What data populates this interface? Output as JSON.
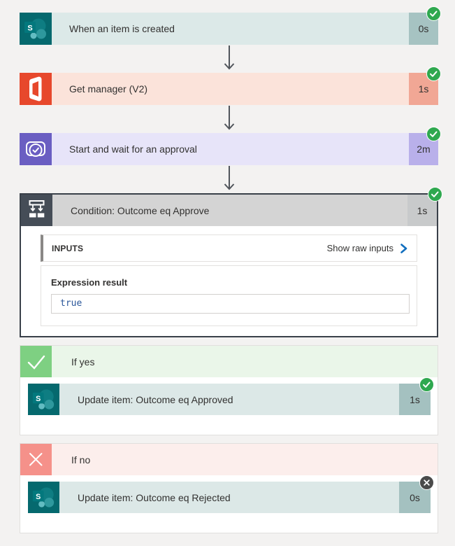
{
  "app_context": "Power Automate flow run details",
  "colors": {
    "page_bg": "#f3f2f1",
    "sharepoint_teal": "#05696e",
    "sharepoint_body": "#dce9e8",
    "office_red": "#e7482c",
    "office_body": "#fbe3da",
    "approvals_purple": "#6a5ec2",
    "approvals_body": "#e7e4f9",
    "condition_dark": "#454d57",
    "condition_header_grey": "#d4d4d4",
    "condition_border": "#394049",
    "if_yes_green": "#7ed082",
    "if_yes_header": "#eaf6e9",
    "if_no_red": "#f5918a",
    "if_no_header": "#fceeec",
    "success_badge_green": "#2fa84f",
    "skipped_badge_grey": "#4a4a4a",
    "link_chevron_blue": "#106ebe",
    "expression_value_blue": "#2b579a",
    "text": "#323130"
  },
  "steps": [
    {
      "title": "When an item is created",
      "duration": "0s",
      "status": "succeeded",
      "icon": "sharepoint-icon"
    },
    {
      "title": "Get manager (V2)",
      "duration": "1s",
      "status": "succeeded",
      "icon": "office365-icon"
    },
    {
      "title": "Start and wait for an approval",
      "duration": "2m",
      "status": "succeeded",
      "icon": "approvals-icon"
    },
    {
      "title": "Condition: Outcome eq Approve",
      "duration": "1s",
      "status": "succeeded",
      "icon": "condition-icon"
    }
  ],
  "condition": {
    "inputs_label": "INPUTS",
    "show_raw_label": "Show raw inputs",
    "expression_label": "Expression result",
    "expression_value": "true"
  },
  "branches": [
    {
      "label": "If yes",
      "icon": "check-icon",
      "card": {
        "title": "Update item: Outcome eq Approved",
        "duration": "1s",
        "status": "succeeded",
        "icon": "sharepoint-icon"
      }
    },
    {
      "label": "If no",
      "icon": "x-icon",
      "card": {
        "title": "Update item: Outcome eq Rejected",
        "duration": "0s",
        "status": "skipped",
        "icon": "sharepoint-icon"
      }
    }
  ],
  "badges": {
    "success": "success-check-badge",
    "skipped": "skipped-x-badge"
  }
}
